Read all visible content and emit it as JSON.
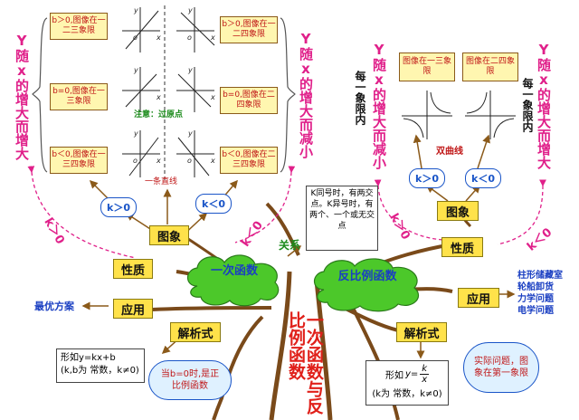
{
  "left_vertical": "Y随x的增大而增大",
  "mid_vertical": "Y随x的增大而减小",
  "right_pink1": "Y随x的增大而减小",
  "right_pink2": "Y随x的增大而增大",
  "right_black1": "每一象限内",
  "right_black2": "每一象限内",
  "linear_notes": {
    "b_pos_left": "b＞0,图像在一二三象限",
    "b_pos_right": "b＞0,图像在一二四象限",
    "b_zero_left": "b=0,图像在一三象限",
    "b_zero_right": "b=0,图像在二四象限",
    "b_neg_left": "b＜0,图像在一三四象限",
    "b_neg_right": "b＜0,图像在二三四象限",
    "origin_note": "注意：过原点",
    "point_note": "一条直线"
  },
  "inverse_notes": {
    "left": "图像在一三象限",
    "right": "图像在二四象限",
    "hyperbola": "双曲线"
  },
  "axis": {
    "x": "x",
    "y": "y",
    "o": "o"
  },
  "k_pos": "k＞0",
  "k_neg": "k＜0",
  "diag_k_pos": "k＞0",
  "diag_k_neg": "k＜0",
  "labels": {
    "image": "图象",
    "nature": "性质",
    "application": "应用",
    "analytic": "解析式"
  },
  "relation": "关系",
  "relation_box": "K同号时，有两交点。K异号时，有两个、一个或无交点",
  "linear_cloud": "一次函数",
  "inverse_cloud": "反比例函数",
  "best_plan": "最优方案",
  "apps_right": [
    "柱形储藏室",
    "轮船卸货",
    "力学问题",
    "电学问题"
  ],
  "formula_linear": [
    "形如y=kx+b",
    "(k,b为 常数，k≠0)"
  ],
  "bubble_linear": "当b=0时,是正比例函数",
  "formula_inverse_prefix": "形如",
  "formula_inverse_lhs": "y=",
  "formula_inverse_num": "k",
  "formula_inverse_den": "x",
  "formula_inverse_cond": "(k为 常数，k≠0)",
  "bubble_inverse": "实际问题，图象在第一象限",
  "big_title": "一次函数与反比例函数"
}
